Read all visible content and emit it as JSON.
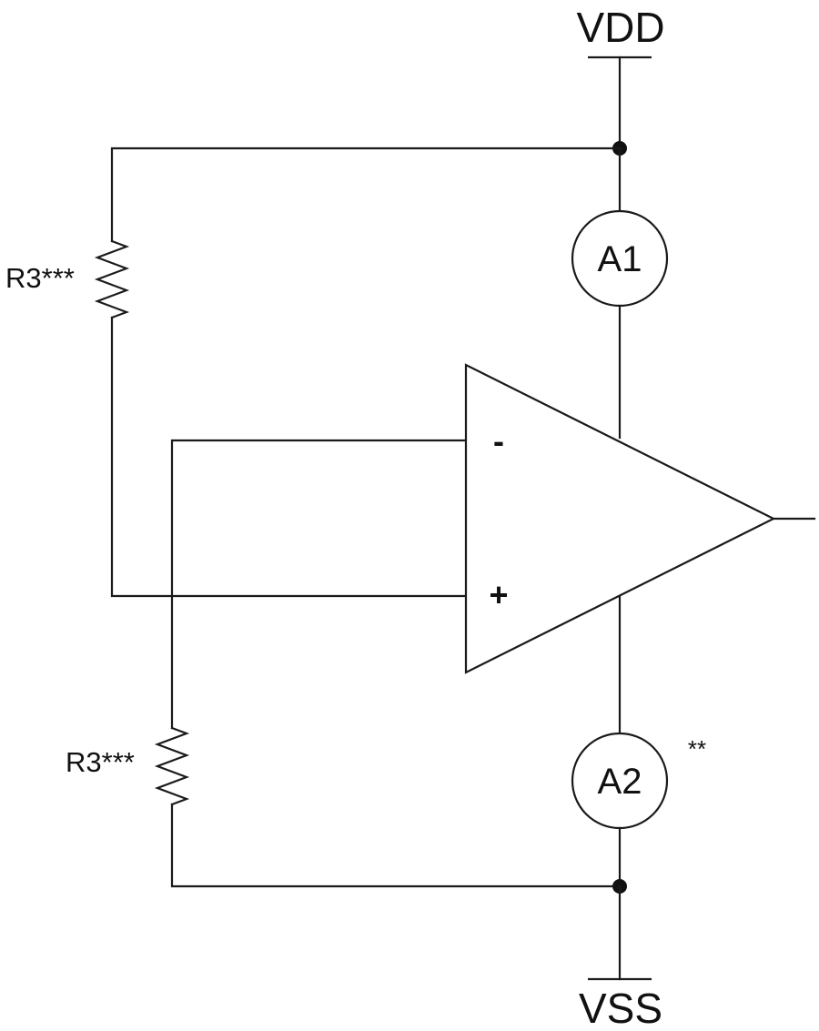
{
  "diagram": {
    "supply_top": {
      "label": "VDD"
    },
    "supply_bottom": {
      "label": "VSS"
    },
    "meter_top": {
      "label": "A1"
    },
    "meter_bottom": {
      "label": "A2",
      "note": "**"
    },
    "resistor_left": {
      "label": "R3***"
    },
    "resistor_lower": {
      "label": "R3***"
    },
    "opamp": {
      "inverting_label": "-",
      "noninverting_label": "+"
    }
  }
}
